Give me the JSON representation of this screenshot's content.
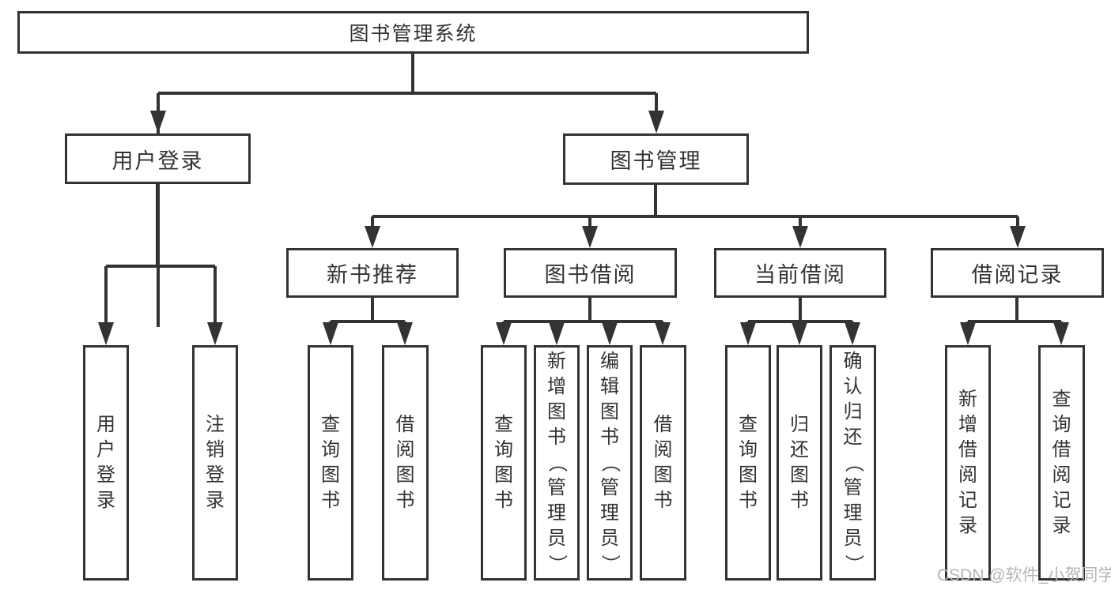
{
  "diagram": {
    "type": "hierarchy-tree",
    "orientation": "top-down",
    "colors": {
      "line": "#333333",
      "text": "#333333",
      "box_background": "#ffffff",
      "page_background": "#ffffff",
      "watermark": "#b5b5b5"
    },
    "tree": {
      "label": "图书管理系统",
      "children": [
        {
          "label": "用户登录",
          "children": [
            {
              "label": "用户登录"
            },
            {
              "label": "注销登录"
            }
          ]
        },
        {
          "label": "图书管理",
          "children": [
            {
              "label": "新书推荐",
              "children": [
                {
                  "label": "查询图书"
                },
                {
                  "label": "借阅图书"
                }
              ]
            },
            {
              "label": "图书借阅",
              "children": [
                {
                  "label": "查询图书"
                },
                {
                  "label": "新增图书（管理员）"
                },
                {
                  "label": "编辑图书（管理员）"
                },
                {
                  "label": "借阅图书"
                }
              ]
            },
            {
              "label": "当前借阅",
              "children": [
                {
                  "label": "查询图书"
                },
                {
                  "label": "归还图书"
                },
                {
                  "label": "确认归还（管理员）"
                }
              ]
            },
            {
              "label": "借阅记录",
              "children": [
                {
                  "label": "新增借阅记录"
                },
                {
                  "label": "查询借阅记录"
                }
              ]
            }
          ]
        }
      ]
    },
    "watermark": {
      "text": "CSDN @软件_小贺同学"
    }
  }
}
